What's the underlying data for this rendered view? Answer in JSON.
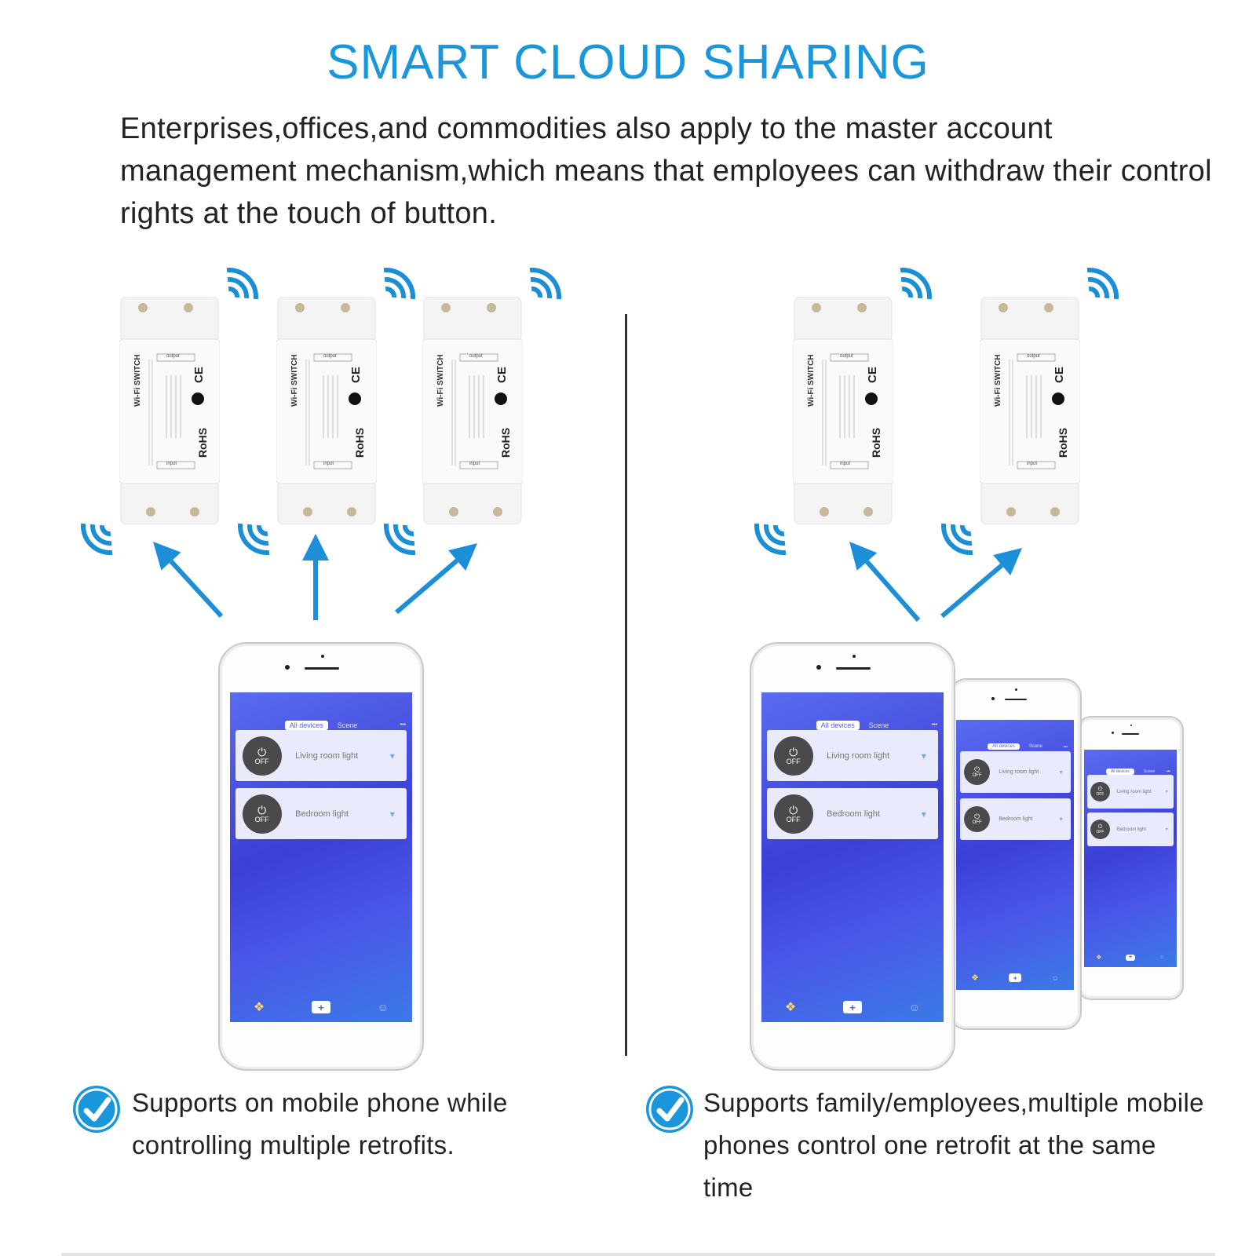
{
  "page": {
    "title": "SMART CLOUD SHARING",
    "intro": "Enterprises,offices,and commodities also apply to the master account management mechanism,which means that employees can withdraw their control rights at the touch of button.",
    "colors": {
      "accent": "#1a96dc",
      "arrow": "#1c8fd8",
      "text": "#222222"
    }
  },
  "device": {
    "brand_label": "Wi-Fi SWITCH",
    "rohs_label": "RoHS",
    "ce_label": "CE",
    "output_label": "output",
    "input_label": "input",
    "icon": "wifi-signal-icon"
  },
  "app": {
    "tab_all_devices": "All devices",
    "tab_scene": "Scene",
    "menu_dots": "•••",
    "off_label": "OFF",
    "devices": [
      {
        "name": "Living room light",
        "state": "OFF"
      },
      {
        "name": "Bedroom light",
        "state": "OFF"
      }
    ],
    "plus_label": "+",
    "nav_icons": [
      "home-icon",
      "add-icon",
      "profile-icon"
    ]
  },
  "captions": {
    "left": "Supports on mobile phone while controlling multiple retrofits.",
    "right": "Supports family/employees,multiple mobile phones control one retrofit at the same time"
  }
}
